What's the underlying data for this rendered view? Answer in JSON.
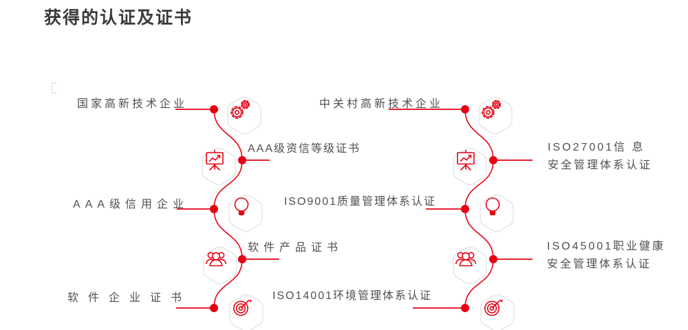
{
  "page": {
    "title": "获得的认证及证书"
  },
  "colors": {
    "accent": "#e60012",
    "label_text": "#4f4f4f",
    "title_text": "#3a3a3a",
    "badge_outline": "#e4e4e4"
  },
  "left_timeline": {
    "items": [
      {
        "label": "国家高新技术企业",
        "icon": "gears-icon"
      },
      {
        "label": "AAA级资信等级证书",
        "icon": "presentation-chart-icon"
      },
      {
        "label": "AAA级信用企业",
        "icon": "lightbulb-icon"
      },
      {
        "label": "软件产品证书",
        "icon": "team-icon"
      },
      {
        "label": "软件企业证书",
        "icon": "target-icon"
      }
    ]
  },
  "right_timeline": {
    "items": [
      {
        "label": "中关村高新技术企业",
        "icon": "gears-icon"
      },
      {
        "label": "ISO27001信 息\n安全管理体系认证",
        "icon": "presentation-chart-icon"
      },
      {
        "label": "ISO9001质量管理体系认证",
        "icon": "lightbulb-icon"
      },
      {
        "label": "ISO45001职业健康\n安全管理体系认证",
        "icon": "team-icon"
      },
      {
        "label": "ISO14001环境管理体系认证",
        "icon": "target-icon"
      }
    ]
  }
}
